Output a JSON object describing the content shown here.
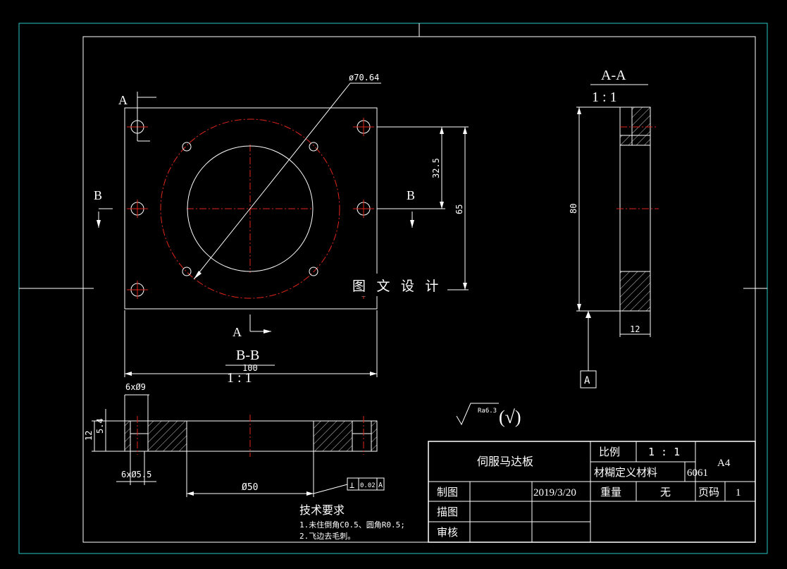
{
  "views": {
    "front": {
      "section_b_label": "B",
      "section_a_label": "A",
      "dia_circle": "ø70.64",
      "dim_32_5": "32.5",
      "dim_65": "65",
      "dim_100": "100"
    },
    "side": {
      "title": "A-A",
      "scale": "1 : 1",
      "dim_80": "80",
      "dim_12": "12",
      "datum": "A"
    },
    "section_bb": {
      "title": "B-B",
      "scale": "1 : 1",
      "holes_top": "6xØ9",
      "holes_bottom": "6xØ5.5",
      "dim_12": "12",
      "dim_5_4": "5.4",
      "dim_50": "Ø50",
      "flatness_symbol": "⊥",
      "flatness_value": "0.02",
      "flatness_datum": "A"
    }
  },
  "roughness": {
    "value": "Ra6.3",
    "paren": "(√)"
  },
  "watermark": "图 文 设 计",
  "tech_req": {
    "title": "技术要求",
    "line1": "1.未住倒角C0.5、圆角R0.5;",
    "line2": "2.飞边去毛刺。"
  },
  "title_block": {
    "part_name": "伺服马达板",
    "scale_label": "比例",
    "scale_value": "1 : 1",
    "sheet_size": "A4",
    "material_label": "材糊定义材料",
    "material_value": "6061",
    "drawn_label": "制图",
    "drawn_date": "2019/3/20",
    "weight_label": "重量",
    "weight_value": "无",
    "page_label": "页码",
    "page_value": "1",
    "traced_label": "描图",
    "checked_label": "审核"
  }
}
